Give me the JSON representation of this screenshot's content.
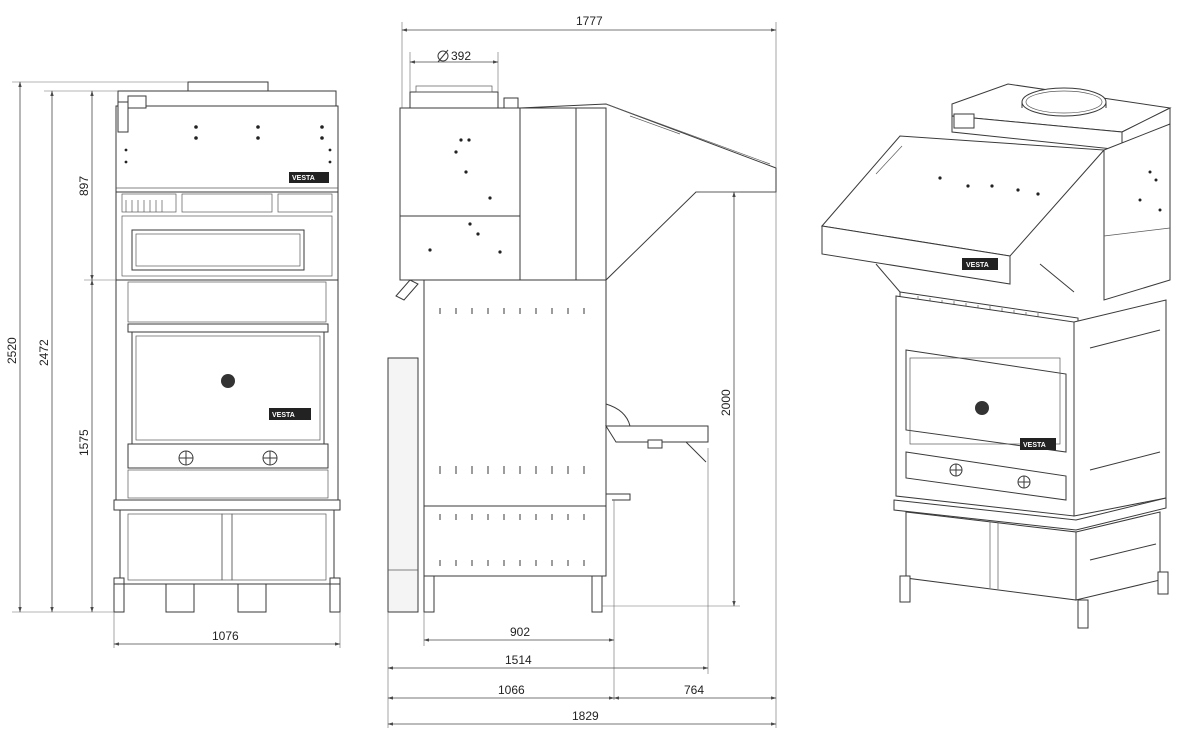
{
  "dimensions": {
    "total_width_side": "1777",
    "flue_diameter": "392",
    "total_height": "2520",
    "height_without_flue": "2472",
    "hood_height": "897",
    "base_height": "1575",
    "front_width": "1076",
    "grill_height": "2000",
    "depth_902": "902",
    "depth_1514": "1514",
    "depth_1066": "1066",
    "depth_764": "764",
    "depth_1829": "1829"
  },
  "brand": "VESTA",
  "colors": {
    "line": "#3a3a3a",
    "plate": "#222222"
  }
}
